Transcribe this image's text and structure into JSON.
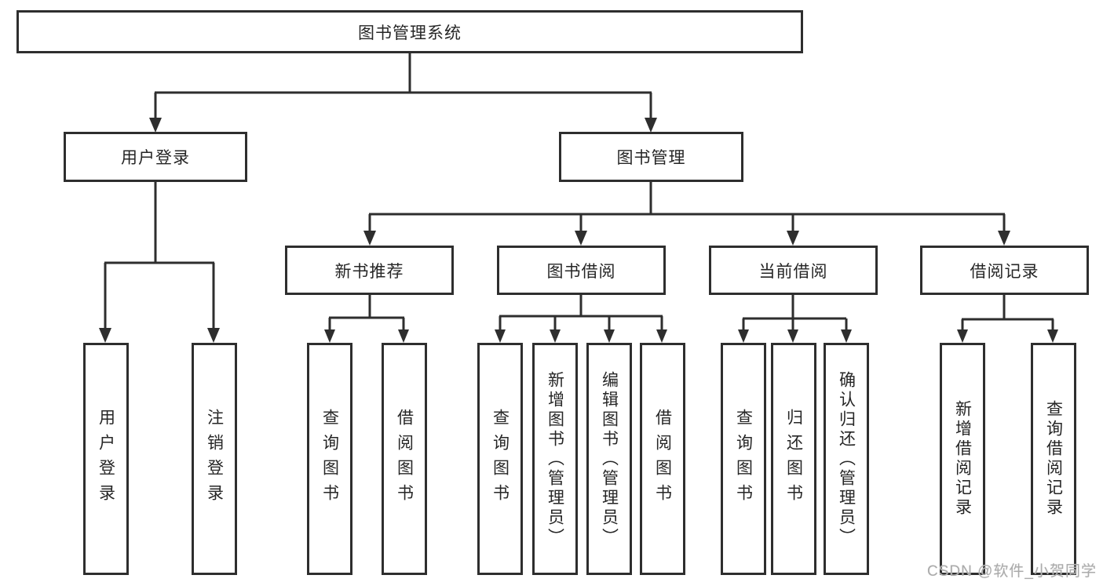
{
  "diagram": {
    "title": "图书管理系统",
    "root": {
      "label": "图书管理系统"
    },
    "login_branch": {
      "label": "用户登录",
      "children": [
        {
          "label": "用户登录"
        },
        {
          "label": "注销登录"
        }
      ]
    },
    "mgmt_branch": {
      "label": "图书管理",
      "sections": [
        {
          "label": "新书推荐",
          "children": [
            {
              "label": "查询图书"
            },
            {
              "label": "借阅图书"
            }
          ]
        },
        {
          "label": "图书借阅",
          "children": [
            {
              "label": "查询图书"
            },
            {
              "label": "新增图书（管理员）"
            },
            {
              "label": "编辑图书（管理员）"
            },
            {
              "label": "借阅图书"
            }
          ]
        },
        {
          "label": "当前借阅",
          "children": [
            {
              "label": "查询图书"
            },
            {
              "label": "归还图书"
            },
            {
              "label": "确认归还（管理员）"
            }
          ]
        },
        {
          "label": "借阅记录",
          "children": [
            {
              "label": "新增借阅记录"
            },
            {
              "label": "查询借阅记录"
            }
          ]
        }
      ]
    },
    "colors": {
      "line": "#2e2e2e",
      "text": "#262626",
      "background": "#ffffff",
      "watermark": "#ababab"
    }
  },
  "watermark": {
    "text": "CSDN @软件_小贺同学"
  }
}
